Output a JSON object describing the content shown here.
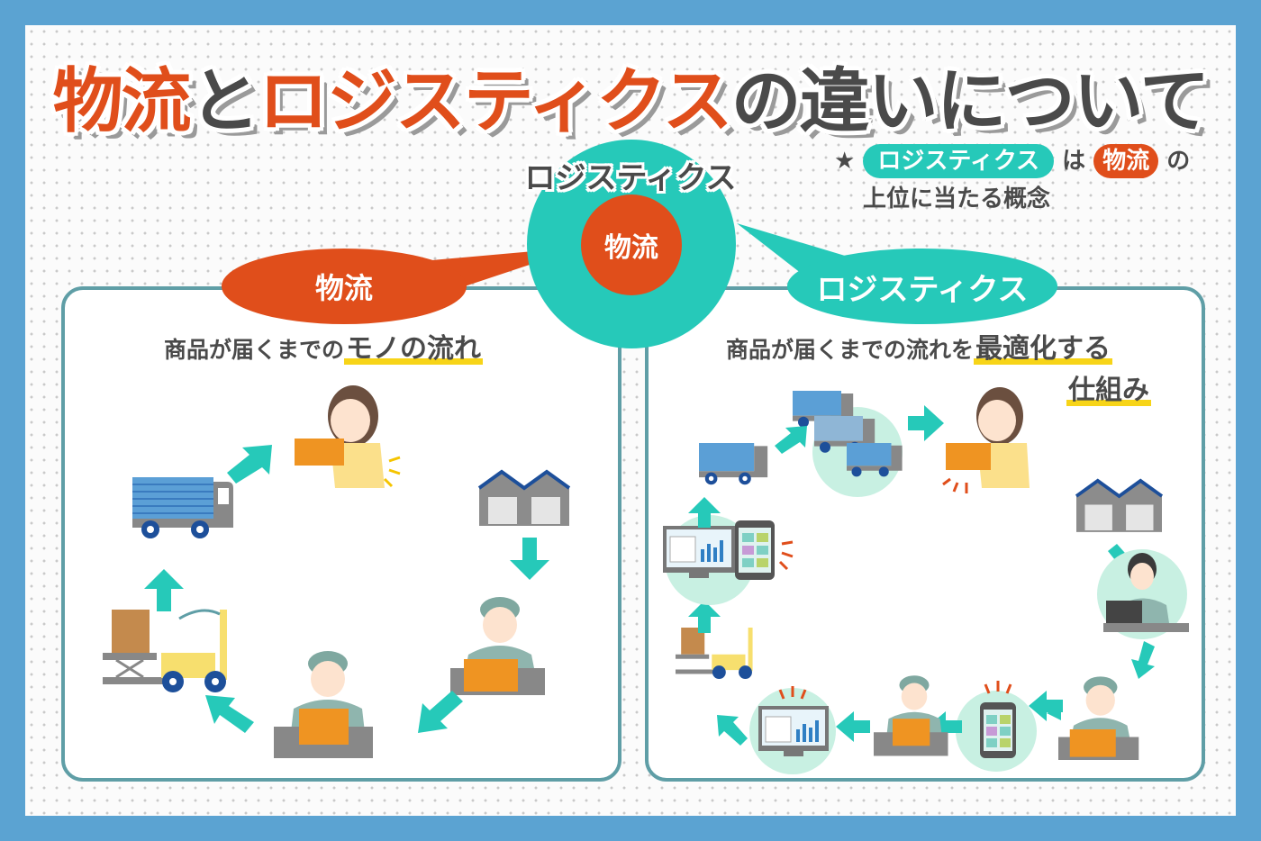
{
  "title": {
    "part1": "物流",
    "part2": "と",
    "part3": "ロジスティクス",
    "part4": "の違いについて"
  },
  "diagram": {
    "outer_circle_label": "ロジスティクス",
    "inner_circle_label": "物流"
  },
  "note": {
    "star": "★",
    "logistics_pill": "ロジスティクス",
    "wa": "は",
    "butsuryu_pill": "物流",
    "no": "の",
    "line2": "上位に当たる概念"
  },
  "left_panel": {
    "callout": "物流",
    "subtitle_prefix": "商品が届くまでの",
    "subtitle_highlight": "モノの流れ",
    "flow_steps": [
      "warehouse",
      "worker-packing",
      "worker-carrying",
      "forklift-loading",
      "truck-delivery",
      "customer-receiving"
    ]
  },
  "right_panel": {
    "callout": "ロジスティクス",
    "subtitle_prefix": "商品が届くまでの流れを",
    "subtitle_highlight1": "最適化する",
    "subtitle_highlight2": "仕組み",
    "flow_steps": [
      "warehouse",
      "office-worker-laptop",
      "worker-packing",
      "tablet-management",
      "worker-carrying",
      "monitor-analytics",
      "forklift-loading",
      "monitor-tablet-system",
      "truck",
      "fleet-optimization",
      "customer-receiving"
    ]
  },
  "colors": {
    "frame_blue": "#5ba3d2",
    "orange": "#e04e1b",
    "teal": "#26c9b9",
    "panel_border": "#5f9ea6",
    "highlight_yellow": "#f7d418",
    "text_dark": "#4a4a4a",
    "light_mint": "#c8f0e2"
  }
}
